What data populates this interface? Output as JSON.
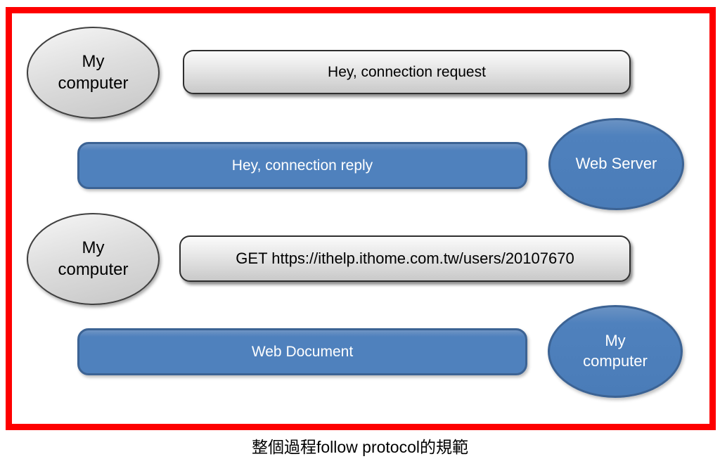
{
  "diagram": {
    "frame_color": "#fe0000",
    "accent_blue": "#4f81bd",
    "accent_blue_border": "#3c6394",
    "gray_fill": "#d9d9d9",
    "nodes": {
      "my_computer_top": {
        "label": "My computer"
      },
      "connection_request": {
        "label": "Hey, connection request"
      },
      "connection_reply": {
        "label": "Hey, connection reply"
      },
      "web_server": {
        "label": "Web Server"
      },
      "my_computer_mid": {
        "label": "My computer"
      },
      "get_request": {
        "label": "GET https://ithelp.ithome.com.tw/users/20107670"
      },
      "web_document": {
        "label": "Web Document"
      },
      "my_computer_bottom": {
        "label": "My computer"
      }
    },
    "caption": "整個過程follow protocol的規範"
  }
}
